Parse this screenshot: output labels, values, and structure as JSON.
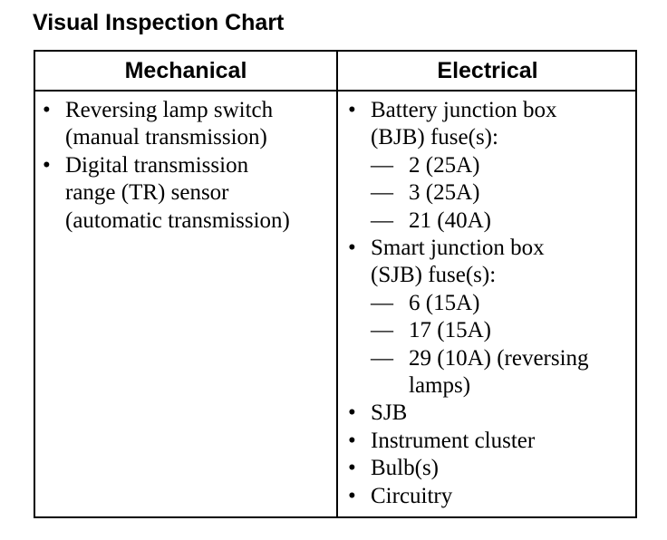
{
  "document": {
    "title": "Visual Inspection Chart"
  },
  "table": {
    "headers": {
      "mechanical": "Mechanical",
      "electrical": "Electrical"
    },
    "mechanical_items": [
      [
        "Reversing lamp switch",
        "(manual transmission)"
      ],
      [
        "Digital transmission",
        "range (TR) sensor",
        "(automatic transmission)"
      ]
    ],
    "electrical_items": {
      "bjb": {
        "label": [
          "Battery junction box",
          "(BJB) fuse(s):"
        ],
        "fuses": [
          "2 (25A)",
          "3 (25A)",
          "21 (40A)"
        ]
      },
      "sjb": {
        "label": [
          "Smart junction box",
          "(SJB) fuse(s):"
        ],
        "fuses": [
          "6 (15A)",
          "17 (15A)"
        ],
        "last_fuse": [
          "29 (10A) (reversing",
          "lamps)"
        ]
      },
      "other": [
        "SJB",
        "Instrument cluster",
        "Bulb(s)",
        "Circuitry"
      ]
    },
    "bullet_glyph": "•",
    "dash_glyph": "—"
  }
}
